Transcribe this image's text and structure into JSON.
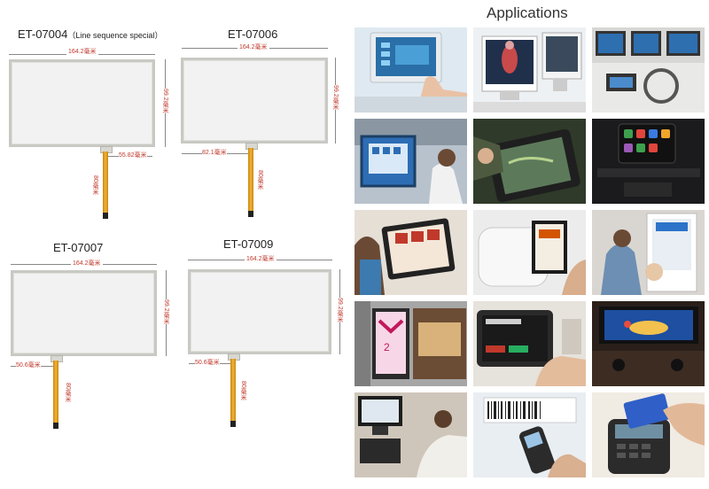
{
  "left": {
    "panels": [
      {
        "model": "ET-07004",
        "sub": "（Line sequence special）",
        "width": "164.2毫米",
        "height": "99.2毫米",
        "tail_offset": "55.82毫米",
        "tail_len": "80毫米"
      },
      {
        "model": "ET-07006",
        "width": "164.2毫米",
        "height": "99.2毫米",
        "tail_offset": "82.1毫米",
        "tail_len": "80毫米"
      },
      {
        "model": "ET-07007",
        "width": "164.2毫米",
        "height": "99.2毫米",
        "tail_offset": "50.6毫米",
        "tail_len": "80毫米"
      },
      {
        "model": "ET-07009",
        "width": "164.2毫米",
        "height": "99.2毫米",
        "tail_offset": "50.6毫米",
        "tail_len": "80毫米"
      }
    ]
  },
  "applications": {
    "title": "Applications",
    "tiles": [
      {
        "icon": "medical-monitor-icon"
      },
      {
        "icon": "xray-screen-icon"
      },
      {
        "icon": "ship-console-icon"
      },
      {
        "icon": "industrial-hmi-icon"
      },
      {
        "icon": "rugged-tablet-icon"
      },
      {
        "icon": "car-dashboard-icon"
      },
      {
        "icon": "restaurant-kiosk-icon"
      },
      {
        "icon": "ordering-terminal-icon"
      },
      {
        "icon": "self-service-kiosk-icon"
      },
      {
        "icon": "elevator-display-icon"
      },
      {
        "icon": "meeting-room-panel-icon"
      },
      {
        "icon": "arcade-console-icon"
      },
      {
        "icon": "pos-register-icon"
      },
      {
        "icon": "barcode-scanner-icon"
      },
      {
        "icon": "card-payment-icon"
      }
    ]
  }
}
